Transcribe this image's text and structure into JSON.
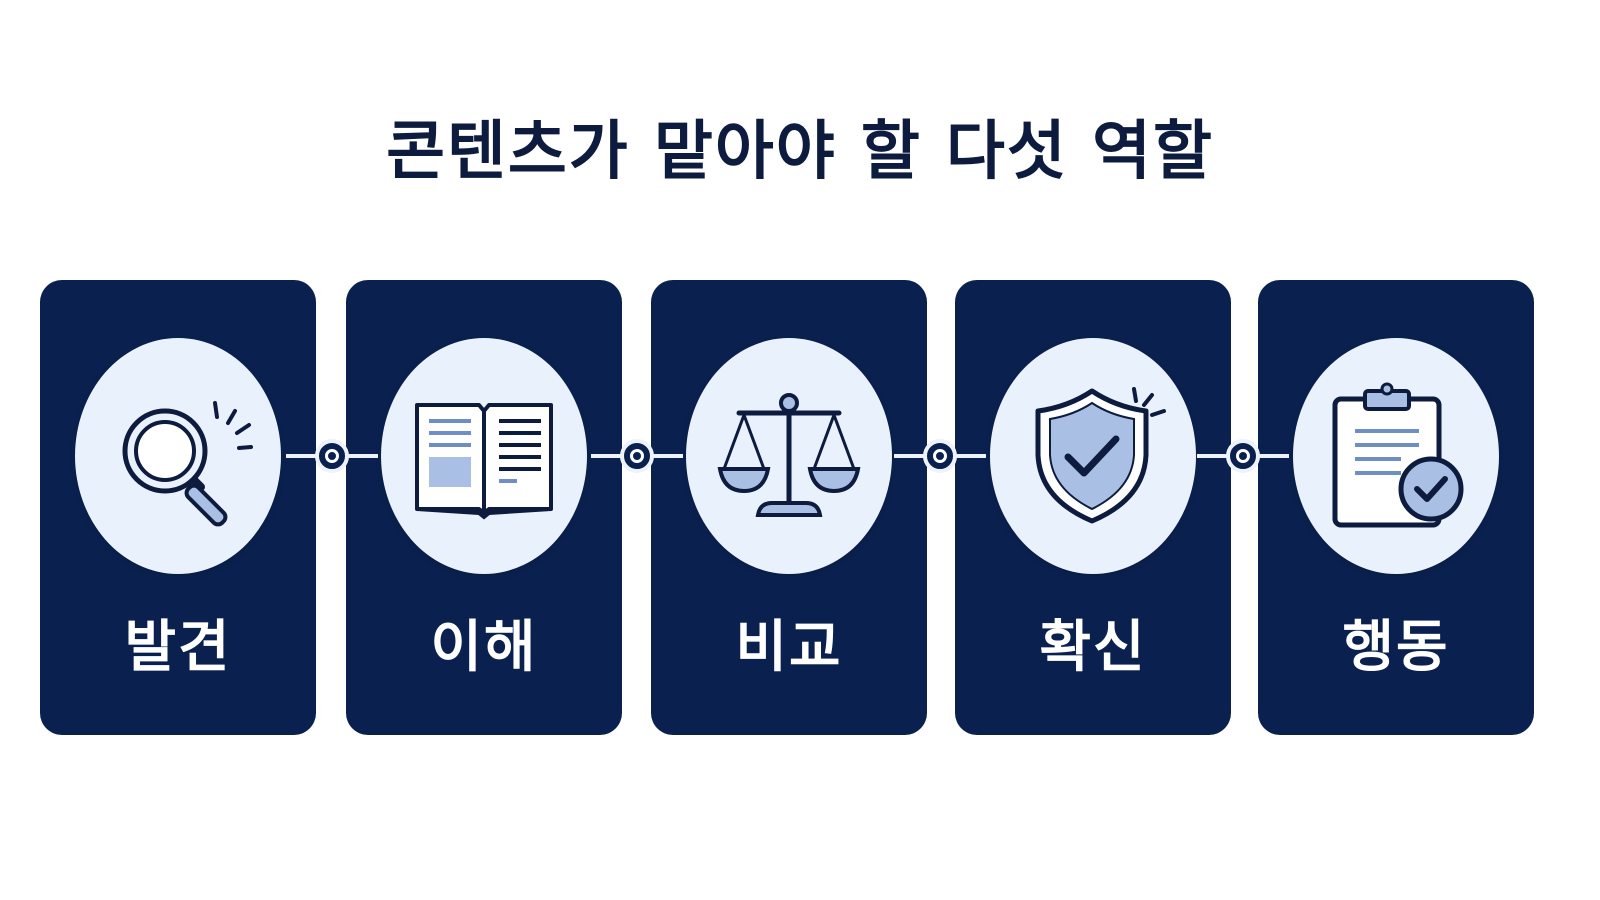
{
  "title": "콘텐츠가 맡아야 할 다섯 역할",
  "stages": [
    {
      "label": "발견",
      "icon": "magnifier-icon"
    },
    {
      "label": "이해",
      "icon": "open-book-icon"
    },
    {
      "label": "비교",
      "icon": "balance-scale-icon"
    },
    {
      "label": "확신",
      "icon": "shield-check-icon"
    },
    {
      "label": "행동",
      "icon": "clipboard-check-icon"
    }
  ],
  "colors": {
    "card": "#0a2150",
    "circle": "#e9f1fc",
    "icon_stroke": "#0d1b3e",
    "icon_fill": "#a9c0e4",
    "title": "#0d1b3e",
    "label": "#ffffff"
  }
}
